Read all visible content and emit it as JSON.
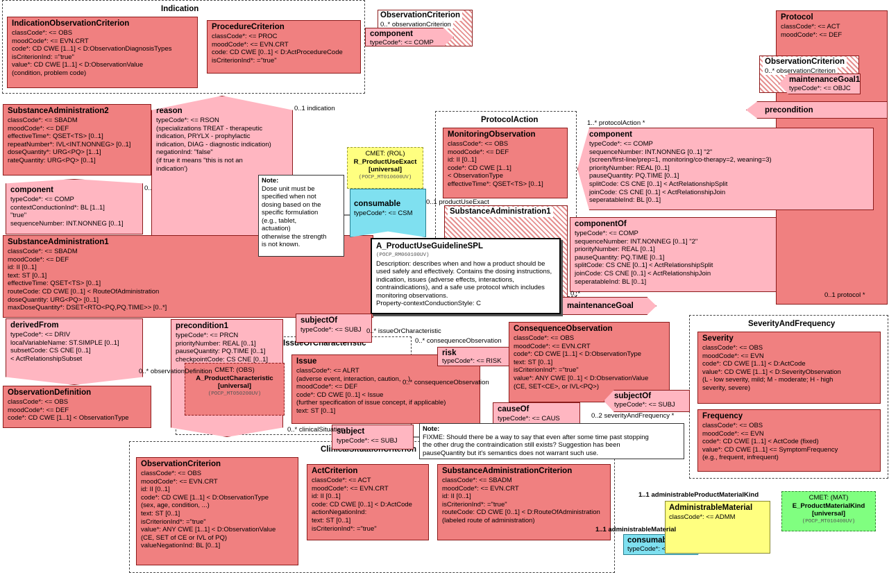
{
  "frames": {
    "indication": "Indication",
    "protocol_action": "ProtocolAction",
    "issue_or_characteristic": "IssueOrCharacteristic",
    "clinical_situation_criterion": "ClinicalSituationCriterion",
    "severity_and_frequency": "SeverityAndFrequency"
  },
  "entry_point": {
    "title": "A_ProductUseGuidelineSPL",
    "code": "(POCP_RM060100UV)",
    "description": "Description: describes when and how a product should be used safely and effectively. Contains the dosing instructions, indication, issues (adverse effects, interactions, contraindications), and a safe use protocol which includes monitoring observations.",
    "style": "Property-contextConductionStyle: C"
  },
  "classes": {
    "ioc": {
      "title": "IndicationObservationCriterion",
      "l1": "classCode*: <= OBS",
      "l2": "moodCode*: <= EVN.CRT",
      "l3": "code*: CD CWE [1..1] < D:ObservationDiagnosisTypes",
      "l4": "isCriterionInd: =\"true\"",
      "l5": "value*: CD CWE [1..1] < D:ObservationValue",
      "l6": "(condition, problem code)"
    },
    "proc": {
      "title": "ProcedureCriterion",
      "l1": "classCode*: <= PROC",
      "l2": "moodCode*: <= EVN.CRT",
      "l3": "code: CD CWE [0..1] < D:ActProcedureCode",
      "l4": "isCriterionInd*: =\"true\""
    },
    "protocol": {
      "title": "Protocol",
      "l1": "classCode*: <= ACT",
      "l2": "moodCode*: <= DEF"
    },
    "sa2": {
      "title": "SubstanceAdministration2",
      "l1": "classCode*: <= SBADM",
      "l2": "moodCode*: <= DEF",
      "l3": "effectiveTime*: QSET<TS> [0..1]",
      "l4": "repeatNumber*: IVL<INT.NONNEG> [0..1]",
      "l5": "doseQuantity*: URG<PQ> [1..1]",
      "l6": "rateQuantity: URG<PQ> [0..1]"
    },
    "mon": {
      "title": "MonitoringObservation",
      "l1": "classCode*: <= OBS",
      "l2": "moodCode*: <= DEF",
      "l3": "id: II [0..1]",
      "l4": "code*: CD CWE [1..1]",
      "l5": "< ObservationType",
      "l6": "effectiveTime*: QSET<TS> [0..1]"
    },
    "sa1": {
      "title": "SubstanceAdministration1",
      "l1": "classCode*: <= SBADM",
      "l2": "moodCode*: <= DEF",
      "l3": "id: II [0..1]",
      "l4": "text: ST [0..1]",
      "l5": "effectiveTime: QSET<TS> [0..1]",
      "l6": "routeCode: CD CWE [0..1] < RouteOfAdministration",
      "l7": "doseQuantity: URG<PQ> [0..1]",
      "l8": "maxDoseQuantity*: DSET<RTO<PQ,PQ.TIME>> [0..*]"
    },
    "od": {
      "title": "ObservationDefinition",
      "l1": "classCode*: <= OBS",
      "l2": "moodCode*: <= DEF",
      "l3": "code*: CD CWE [1..1] < ObservationType"
    },
    "issue": {
      "title": "Issue",
      "l1": "classCode*: <= ALRT",
      "l2": "(adverse event, interaction, caution, ...)",
      "l3": "moodCode*: <= DEF",
      "l4": "code*: CD CWE [0..1] < Issue",
      "l5": "(further specification of issue concept, if applicable)",
      "l6": "text: ST [0..1]"
    },
    "cons": {
      "title": "ConsequenceObservation",
      "l1": "classCode*: <= OBS",
      "l2": "moodCode*: <= EVN.CRT",
      "l3": "code*: CD CWE [1..1] < D:ObservationType",
      "l4": "text: ST [0..1]",
      "l5": "isCriterionInd*: =\"true\"",
      "l6": "value*: ANY CWE [0..1] < D:ObservationValue",
      "l7": "(CE, SET<CE>, or IVL<PQ>)"
    },
    "sev": {
      "title": "Severity",
      "l1": "classCode*: <= OBS",
      "l2": "moodCode*: <= EVN",
      "l3": "code*: CD CWE [1..1] < D:ActCode",
      "l4": "value*: CD CWE [1..1] < D:SeverityObservation",
      "l5": "(L - low severity, mild; M - moderate; H - high",
      "l6": "severity, severe)"
    },
    "freq": {
      "title": "Frequency",
      "l1": "classCode*: <= OBS",
      "l2": "moodCode*: <= EVN",
      "l3": "code*: CD CWE [1..1] < ActCode (fixed)",
      "l4": "value*: CD CWE [1..1] <= SymptomFrequency",
      "l5": "(e.g., frequent, infrequent)"
    },
    "oc": {
      "title": "ObservationCriterion",
      "l1": "classCode*: <= OBS",
      "l2": "moodCode*: <= EVN.CRT",
      "l3": "id: II [0..1]",
      "l4": "code*: CD CWE [1..1] < D:ObservationType",
      "l5": "(sex, age, condition, ...)",
      "l6": "text: ST [0..1]",
      "l7": "isCriterionInd*: =\"true\"",
      "l8": "value*: ANY CWE [1..1] < D:ObservationValue",
      "l9": "(CE, SET of CE or IVL of PQ)",
      "l10": "valueNegationInd: BL [0..1]"
    },
    "actc": {
      "title": "ActCriterion",
      "l1": "classCode*: <= ACT",
      "l2": "moodCode*: <= EVN.CRT",
      "l3": "id: II [0..1]",
      "l4": "code: CD CWE [0..1] < D:ActCode",
      "l5": "actionNegationInd:",
      "l6": "text: ST [0..1]",
      "l7": "isCriterionInd*: =\"true\""
    },
    "sac": {
      "title": "SubstanceAdministrationCriterion",
      "l1": "classCode*: <= SBADM",
      "l2": "moodCode*: <= EVN.CRT",
      "l3": "id: II [0..1]",
      "l4": "isCriterionInd*: =\"true\"",
      "l5": "routeCode: CD CWE [0..1] < D:RouteOfAdministration",
      "l6": "(labeled route of administration)"
    },
    "am": {
      "title": "AdministrableMaterial",
      "l1": "classCode*: <= ADMM"
    }
  },
  "acts": {
    "component_top": {
      "title": "component",
      "l1": "typeCode*: <= COMP"
    },
    "reason": {
      "title": "reason",
      "l1": "typeCode*: <= RSON",
      "l2": "(specializations TREAT - therapeutic",
      "l3": "indication, PRYLX - prophylactic",
      "l4": "indication, DIAG - diagnostic indication)",
      "l5": "negationInd: \"false\"",
      "l6": "(if true it means \"this is not an",
      "l7": "indication')"
    },
    "component_left": {
      "title": "component",
      "l1": "typeCode*: <= COMP",
      "l2": "contextConductionInd*: BL [1..1]",
      "l3": "\"true\"",
      "l4": "sequenceNumber: INT.NONNEG [0..1]"
    },
    "consumable_mid": {
      "title": "consumable",
      "l1": "typeCode*: <= CSM"
    },
    "component_right": {
      "title": "component",
      "l1": "typeCode*: <= COMP",
      "l2": "sequenceNumber: INT.NONNEG [0..1] \"2\"",
      "l3": "(screen/first-line/prep=1, monitoring/co-therapy=2, weaning=3)",
      "l4": "priorityNumber: REAL [0..1]",
      "l5": "pauseQuantity: PQ.TIME [0..1]",
      "l6": "splitCode: CS CNE [0..1] < ActRelationshipSplit",
      "l7": "joinCode: CS CNE [0..1] < ActRelationshipJoin",
      "l8": "seperatableInd: BL [0..1]"
    },
    "component_of": {
      "title": "componentOf",
      "l1": "typeCode*: <= COMP",
      "l2": "sequenceNumber: INT.NONNEG [0..1] \"2\"",
      "l3": "priorityNumber: REAL [0..1]",
      "l4": "pauseQuantity: PQ.TIME [0..1]",
      "l5": "splitCode: CS CNE [0..1] < ActRelationshipSplit",
      "l6": "joinCode: CS CNE [0..1] < ActRelationshipJoin",
      "l7": "seperatableInd: BL [0..1]"
    },
    "maintenance_goal": {
      "title": "maintenanceGoal"
    },
    "derived_from": {
      "title": "derivedFrom",
      "l1": "typeCode*: <= DRIV",
      "l2": "localVariableName: ST.SIMPLE [0..1]",
      "l3": "subsetCode: CS CNE [0..1]",
      "l4": "< ActRelationshipSubset"
    },
    "precondition1": {
      "title": "precondition1",
      "l1": "typeCode*: <= PRCN",
      "l2": "priorityNumber: REAL [0..1]",
      "l3": "pauseQuantity: PQ.TIME [0..1]",
      "l4": "checkpointCode: CS CNE [0..1]"
    },
    "subject_of_mid": {
      "title": "subjectOf",
      "l1": "typeCode*: <= SUBJ"
    },
    "risk": {
      "title": "risk",
      "l1": "typeCode*: <= RISK"
    },
    "cause_of": {
      "title": "causeOf",
      "l1": "typeCode*: <= CAUS"
    },
    "subject_of_right": {
      "title": "subjectOf",
      "l1": "typeCode*: <= SUBJ"
    },
    "subject": {
      "title": "subject",
      "l1": "typeCode*: <= SUBJ"
    },
    "consumable_bottom": {
      "title": "consumable",
      "l1": "typeCode*: <= CSM"
    }
  },
  "hatched": {
    "oc_top": {
      "title": "ObservationCriterion",
      "l1": "0..* observationCriterion"
    },
    "component_mini": {
      "title": "component",
      "l1": "typeCode*: <= COMP"
    },
    "oc_protocol": {
      "title": "ObservationCriterion",
      "l1": "0..* observationCriterion"
    },
    "maint_goal1": {
      "title": "maintenanceGoal1",
      "l1": "typeCode*: <= OBJC"
    },
    "precondition": {
      "title": "precondition"
    },
    "sa1_small": {
      "title": "SubstanceAdministration1"
    }
  },
  "cmets": {
    "product_use": {
      "l1": "CMET: (ROL)",
      "l2": "R_ProductUseExact",
      "l3": "[universal]",
      "l4": "(POCP_MT010600UV)"
    },
    "product_char": {
      "l1": "CMET: (OBS)",
      "l2": "A_ProductCharacteristic",
      "l3": "[universal]",
      "l4": "(POCP_MT050200UV)"
    },
    "material_kind": {
      "l1": "CMET: (MAT)",
      "l2": "E_ProductMaterialKind",
      "l3": "[universal]",
      "l4": "(POCP_MT010400UV)"
    }
  },
  "notes": {
    "dose": {
      "title": "Note:",
      "l1": "Dose unit must be",
      "l2": "specified when not",
      "l3": "dosing based on the",
      "l4": "specific formulation",
      "l5": "(e.g., tablet,",
      "l6": "actuation)",
      "l7": "otherwise the strength",
      "l8": "is not known."
    },
    "fixme": {
      "title": "Note:",
      "l1": "FIXME: Should there be a way to say that even after some time past stopping",
      "l2": "the other drug the contraindication still exists? Suggestion has been",
      "l3": "pauseQuantity but it's semantics does not warrant such use."
    }
  },
  "labels": {
    "indication": "0..1 indication",
    "protocol_action": "1..* protocolAction  *",
    "product_use_exact": "0..1 productUseExact",
    "maint_star": "0..*",
    "protocol": "0..1 protocol  *",
    "issue_or_char": "0..* issueOrCharacteristic",
    "consequence_obs": "0..* consequenceObservation",
    "consequence_obs2": "0..* consequenceObservation",
    "obs_definition": "0..* observationDefinition",
    "severity_freq": "0..2 severityAndFrequency  *",
    "clinical_situation": "0..* clinicalSituation",
    "admin_material_kind": "1..1 administrableProductMaterialKind",
    "admin_material": "1..1 administrableMaterial",
    "dots": "0.."
  }
}
